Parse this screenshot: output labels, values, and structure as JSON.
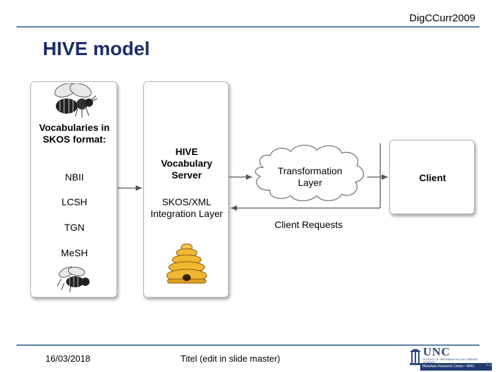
{
  "header": {
    "text": "DigCCurr2009"
  },
  "slide": {
    "title": "HIVE model"
  },
  "vocab": {
    "heading": "Vocabularies in SKOS format:",
    "items": [
      "NBII",
      "LCSH",
      "TGN",
      "MeSH"
    ]
  },
  "server": {
    "title": "HIVE Vocabulary Server",
    "layer": "SKOS/XML Integration Layer"
  },
  "transformation": {
    "label": "Transformation Layer"
  },
  "client": {
    "label": "Client"
  },
  "requests": {
    "label": "Client Requests"
  },
  "footer": {
    "date": "16/03/2018",
    "title": "Titel (edit in slide master)"
  },
  "logo": {
    "name": "UNC",
    "subtitle": "SCHOOL OF INFORMATION AND LIBRARY SCIENCE",
    "bar": "Metadata Research Center • MRC",
    "page": "21"
  },
  "icons": [
    "bee-icon",
    "beehive-icon",
    "unc-well-icon"
  ],
  "colors": {
    "title": "#1a2d6b",
    "rule": "#5a7fa8",
    "hive": "#f0b830"
  }
}
